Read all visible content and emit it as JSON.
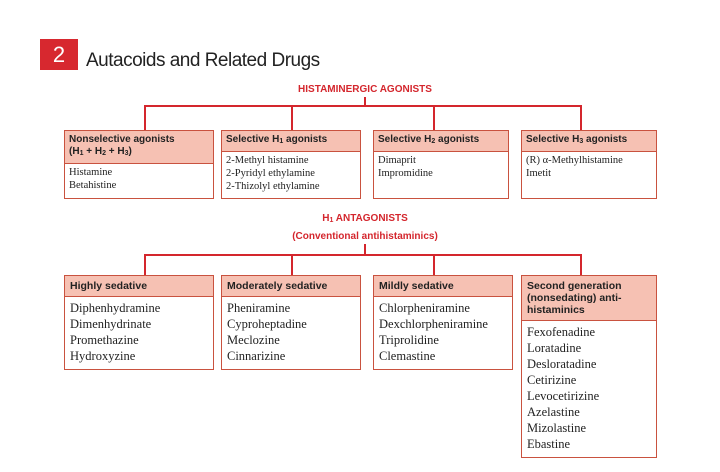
{
  "header": {
    "chapter_number": "2",
    "chapter_title": "Autacoids and Related Drugs"
  },
  "agonists": {
    "title": "HISTAMINERGIC AGONISTS",
    "boxes": [
      {
        "head1": "Nonselective agonists",
        "head2": "(H1 + H2 + H3)",
        "items": [
          "Histamine",
          "Betahistine"
        ]
      },
      {
        "head1": "Selective H1 agonists",
        "items": [
          "2-Methyl histamine",
          "2-Pyridyl ethylamine",
          "2-Thizolyl ethylamine"
        ]
      },
      {
        "head1": "Selective H2 agonists",
        "items": [
          "Dimaprit",
          "Impromidine"
        ]
      },
      {
        "head1": "Selective H3 agonists",
        "items": [
          "(R) α-Methylhistamine",
          "Imetit"
        ]
      }
    ]
  },
  "antagonists": {
    "title": "H1 ANTAGONISTS",
    "subtitle": "(Conventional antihistaminics)",
    "boxes": [
      {
        "head1": "Highly sedative",
        "items": [
          "Diphenhydramine",
          "Dimenhydrinate",
          "Promethazine",
          "Hydroxyzine"
        ]
      },
      {
        "head1": "Moderately sedative",
        "items": [
          "Pheniramine",
          "Cyproheptadine",
          "Meclozine",
          "Cinnarizine"
        ]
      },
      {
        "head1": "Mildly sedative",
        "items": [
          "Chlorpheniramine",
          "Dexchlorpheniramine",
          "Triprolidine",
          "Clemastine"
        ]
      },
      {
        "head1": "Second generation",
        "head2": "(nonsedating) anti-",
        "head3": "histaminics",
        "items": [
          "Fexofenadine",
          "Loratadine",
          "Desloratadine",
          "Cetirizine",
          "Levocetirizine",
          "Azelastine",
          "Mizolastine",
          "Ebastine"
        ]
      }
    ]
  },
  "colors": {
    "accent": "#d4262d",
    "box_header": "#f6c1b3",
    "box_border": "#c9523f"
  }
}
